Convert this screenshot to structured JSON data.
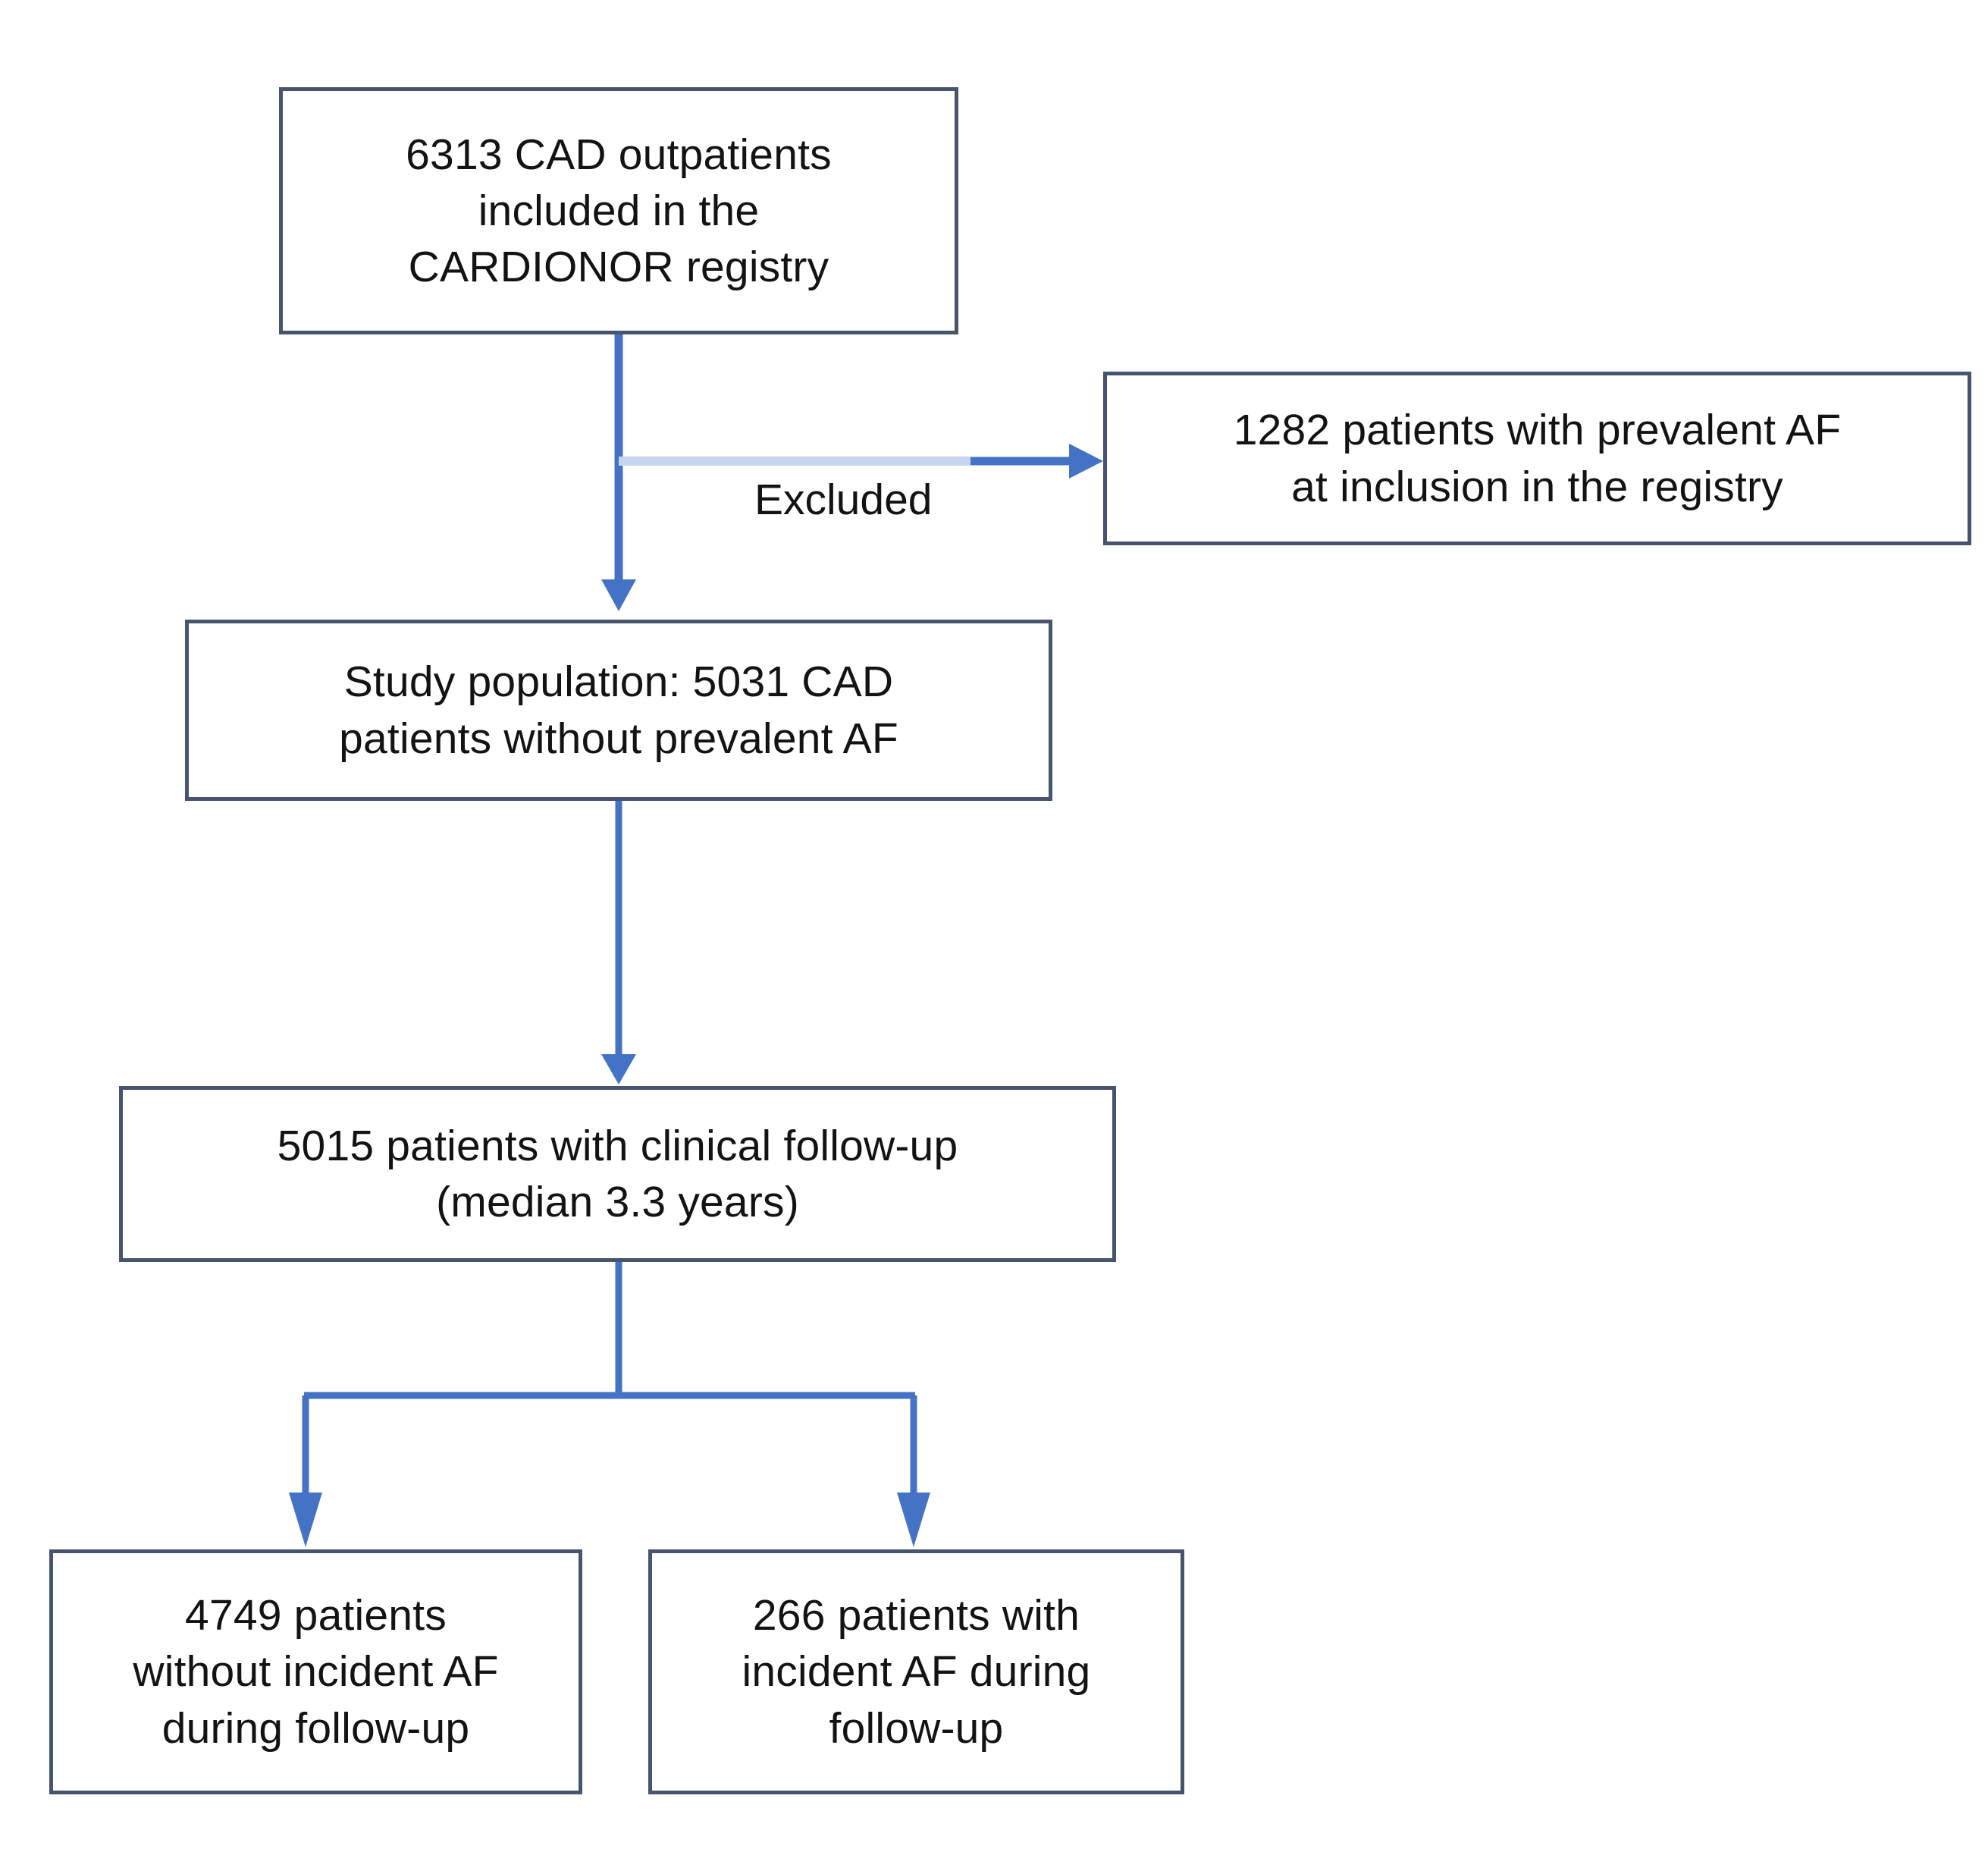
{
  "figure": {
    "type": "flowchart",
    "orientation": "top-down",
    "title": "CARDIONOR registry study population flow diagram",
    "colors": {
      "box_border": "#46546e",
      "box_fill": "#ffffff",
      "connector": "#4472c4",
      "connector_light": "#c7d5ef",
      "text": "#131313",
      "background": "#ffffff"
    }
  },
  "nodes": {
    "source": {
      "id": "source",
      "text": "6313 CAD outpatients\nincluded in the\nCARDIONOR registry",
      "count": 6313
    },
    "excluded_af": {
      "id": "excluded_af",
      "text": "1282 patients with prevalent AF\nat inclusion in the registry",
      "count": 1282
    },
    "study_population": {
      "id": "study_population",
      "text": "Study population: 5031 CAD\npatients without prevalent AF",
      "count": 5031
    },
    "followup": {
      "id": "followup",
      "text": "5015 patients with clinical follow-up\n(median 3.3 years)",
      "count": 5015,
      "median_followup_years": 3.3
    },
    "no_incident_af": {
      "id": "no_incident_af",
      "text": "4749 patients\nwithout incident AF\nduring follow-up",
      "count": 4749
    },
    "incident_af": {
      "id": "incident_af",
      "text": "266 patients with\nincident AF during\nfollow-up",
      "count": 266
    }
  },
  "edges": {
    "excluded_label": "Excluded"
  }
}
